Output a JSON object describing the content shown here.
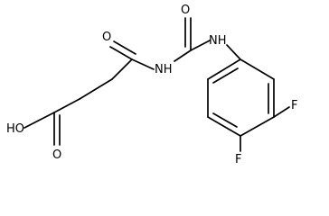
{
  "molecule": {
    "atoms": {
      "ho": "HO",
      "o_acid": "O",
      "o_ketone": "O",
      "nh_imide": "NH",
      "o_urea": "O",
      "nh_aryl": "NH",
      "f_top": "F",
      "f_bottom": "F"
    }
  }
}
